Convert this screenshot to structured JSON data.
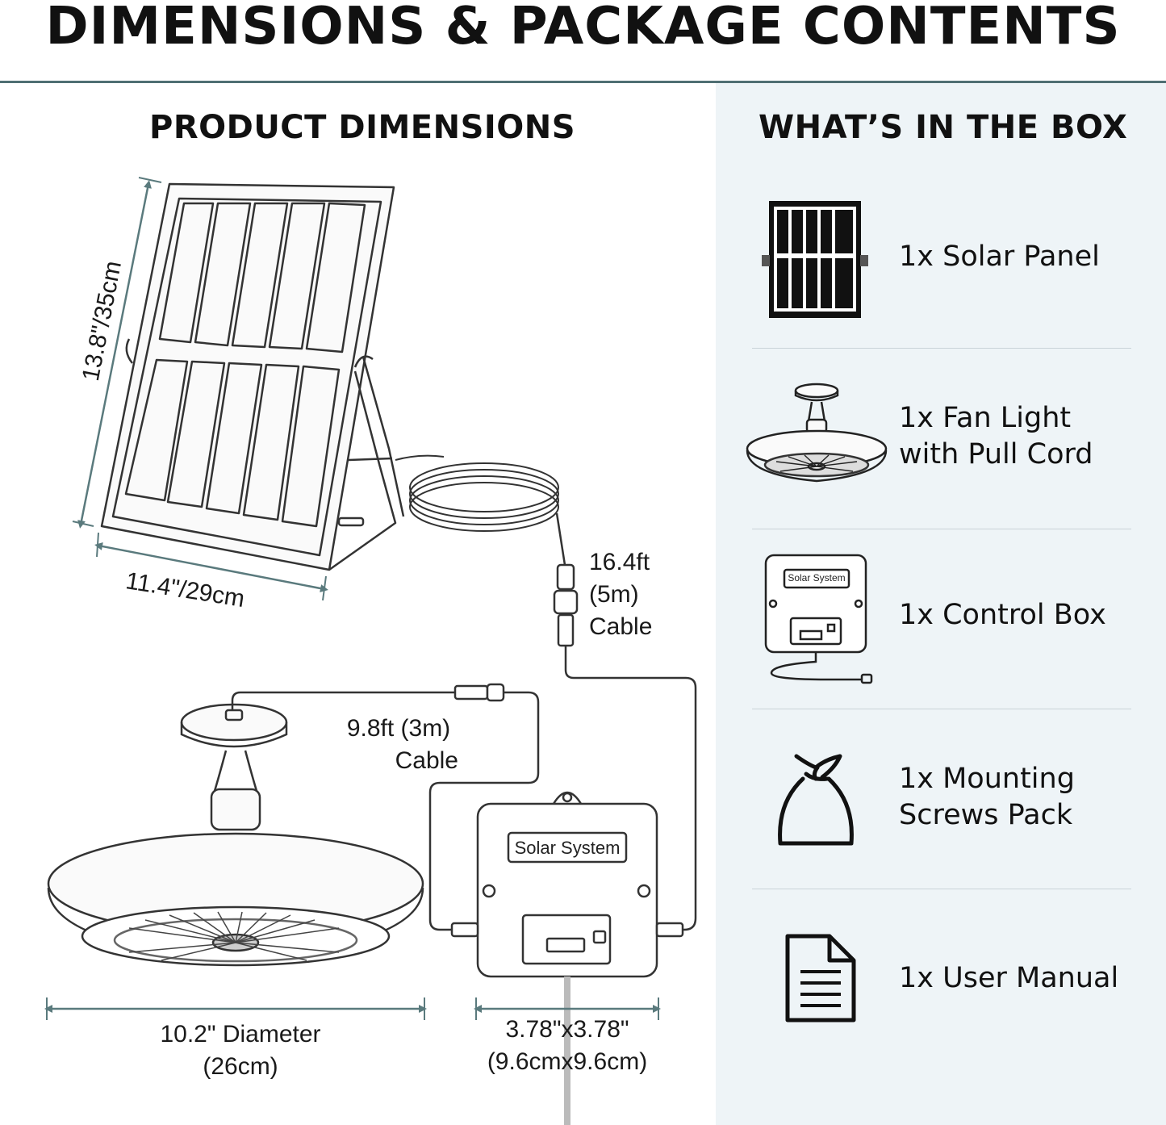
{
  "header": {
    "title": "DIMENSIONS & PACKAGE CONTENTS"
  },
  "dimensions": {
    "title": "PRODUCT DIMENSIONS",
    "panel_height": "13.8\"/35cm",
    "panel_width": "11.4\"/29cm",
    "cable_5m": [
      "16.4ft",
      "(5m)",
      "Cable"
    ],
    "cable_3m": [
      "9.8ft (3m)",
      "Cable"
    ],
    "fan_diameter": [
      "10.2\" Diameter",
      "(26cm)"
    ],
    "box_size": [
      "3.78\"x3.78\"",
      "(9.6cmx9.6cm)"
    ],
    "box_label": "Solar System"
  },
  "box_contents": {
    "title": "WHAT’S IN THE BOX",
    "items": [
      {
        "icon": "solar-panel-icon",
        "lines": [
          "1x Solar Panel"
        ]
      },
      {
        "icon": "fan-light-icon",
        "lines": [
          "1x Fan Light",
          "with Pull Cord"
        ]
      },
      {
        "icon": "control-box-icon",
        "lines": [
          "1x Control Box"
        ],
        "mini_label": "Solar System"
      },
      {
        "icon": "screw-bag-icon",
        "lines": [
          "1x Mounting",
          "Screws Pack"
        ]
      },
      {
        "icon": "user-manual-icon",
        "lines": [
          "1x User Manual"
        ]
      }
    ]
  },
  "colors": {
    "rule": "#4f6f73",
    "panel_bg": "#eef4f7",
    "dim_line": "#5a7a7d"
  }
}
